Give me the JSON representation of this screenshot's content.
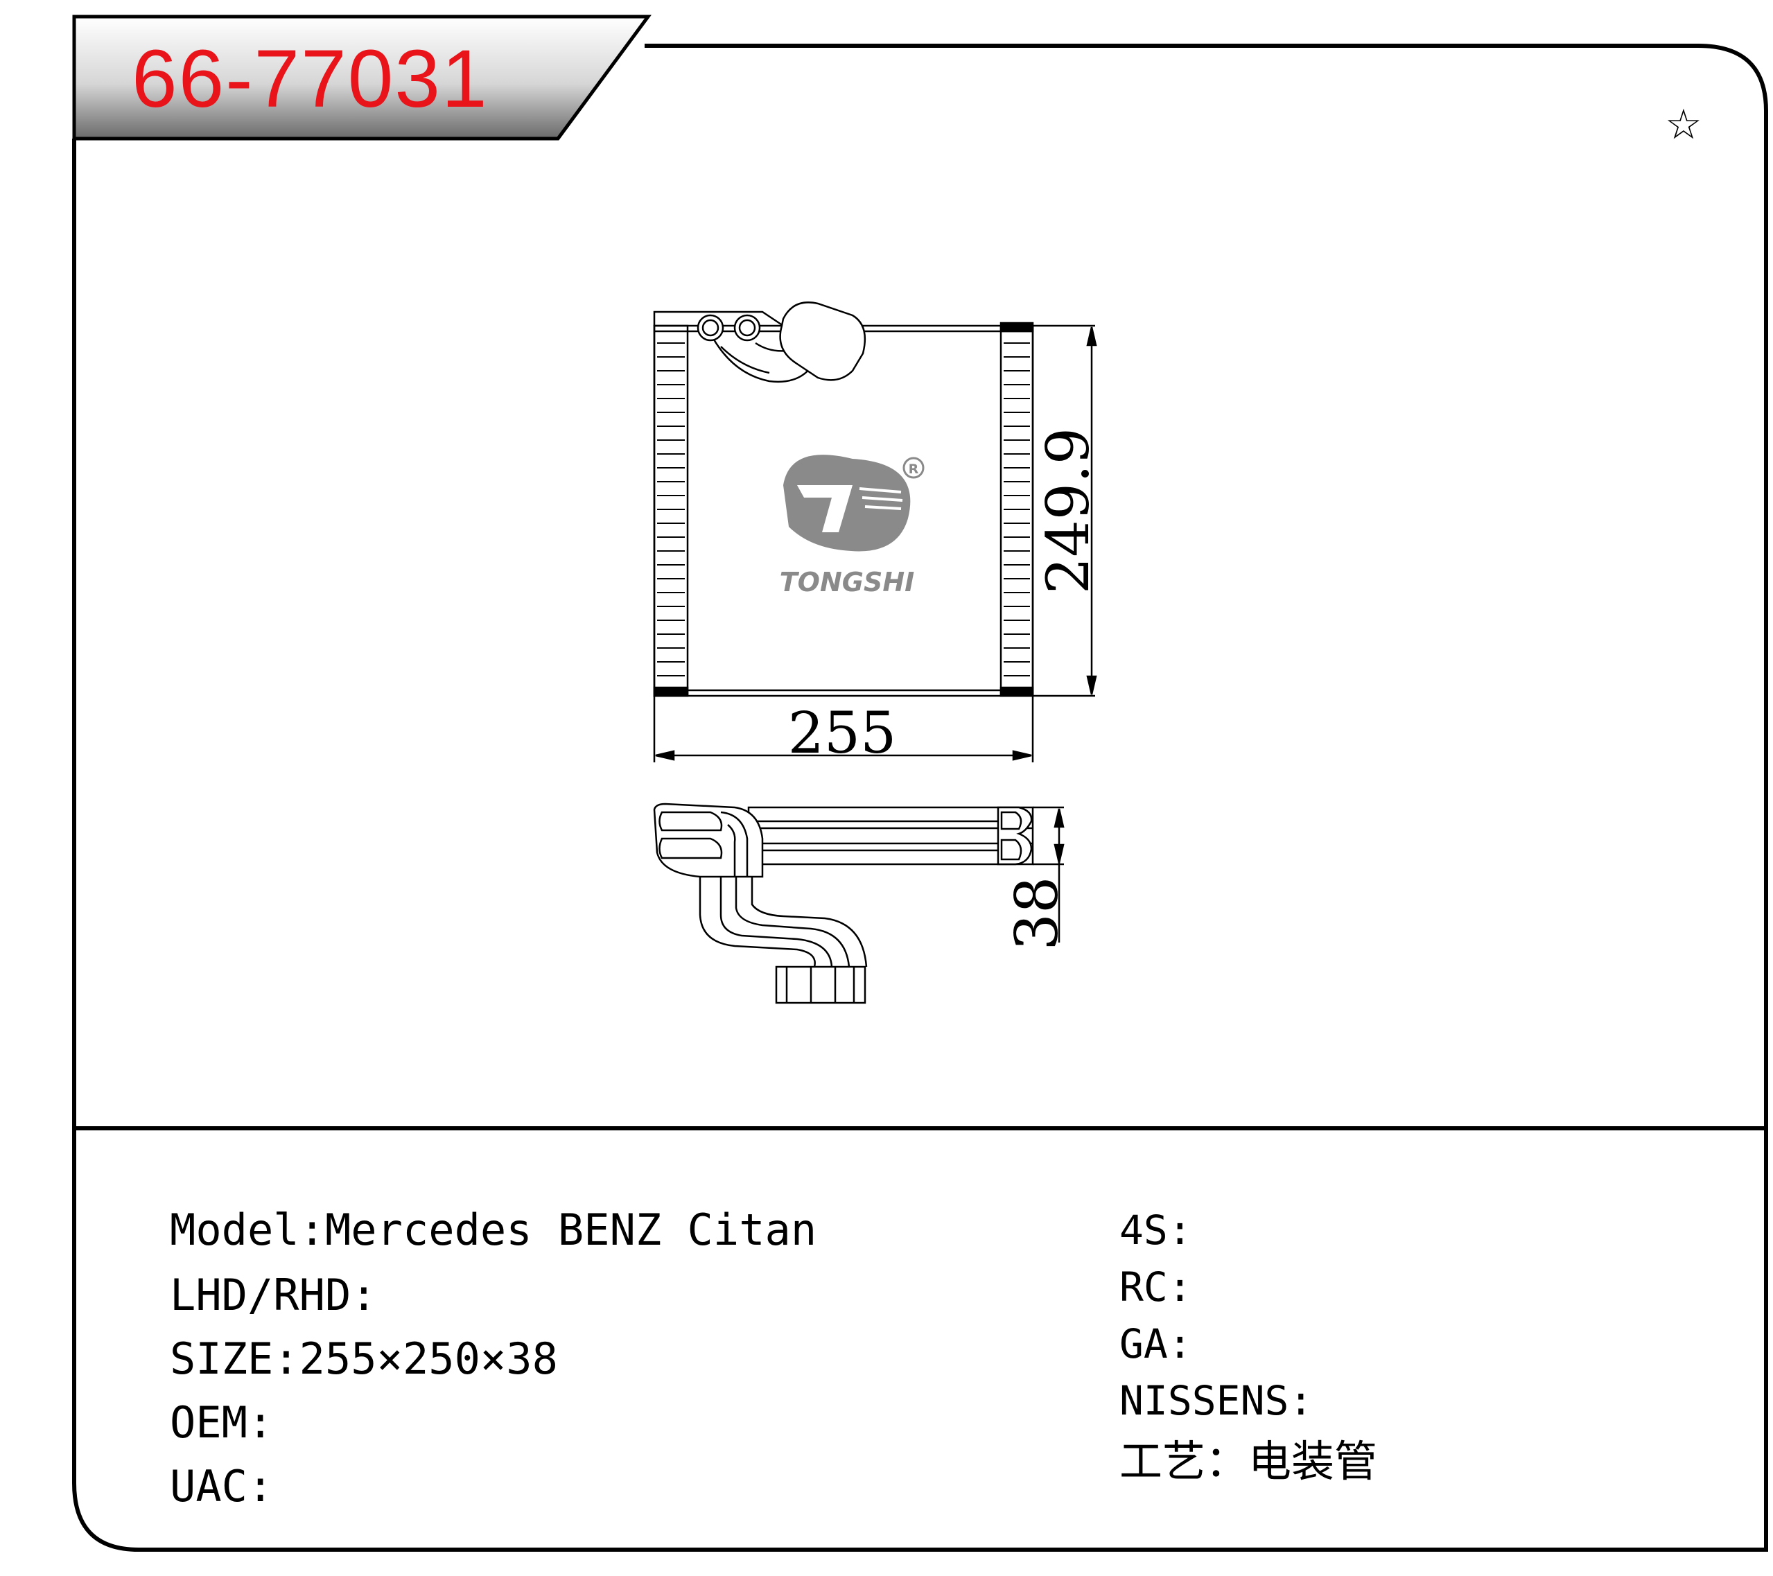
{
  "part_number": "66-77031",
  "star_icon": "star-outline-icon",
  "drawing": {
    "dim_width": "255",
    "dim_height": "249.9",
    "dim_depth": "38",
    "logo_text": "TONGSHI",
    "logo_registered_mark": "R"
  },
  "specs_left": [
    {
      "label": "Model:",
      "value": "Mercedes BENZ Citan"
    },
    {
      "label": "LHD/RHD:",
      "value": ""
    },
    {
      "label": "SIZE:",
      "value": "255×250×38"
    },
    {
      "label": "OEM:",
      "value": ""
    },
    {
      "label": "UAC:",
      "value": ""
    }
  ],
  "specs_right": [
    {
      "label": "4S:",
      "value": ""
    },
    {
      "label": "RC:",
      "value": ""
    },
    {
      "label": "GA:",
      "value": ""
    },
    {
      "label": "NISSENS:",
      "value": ""
    },
    {
      "label": "工艺：",
      "value": "电装管"
    }
  ],
  "colors": {
    "part_number_red": "#e8141a",
    "logo_gray": "#8a8a8a"
  }
}
